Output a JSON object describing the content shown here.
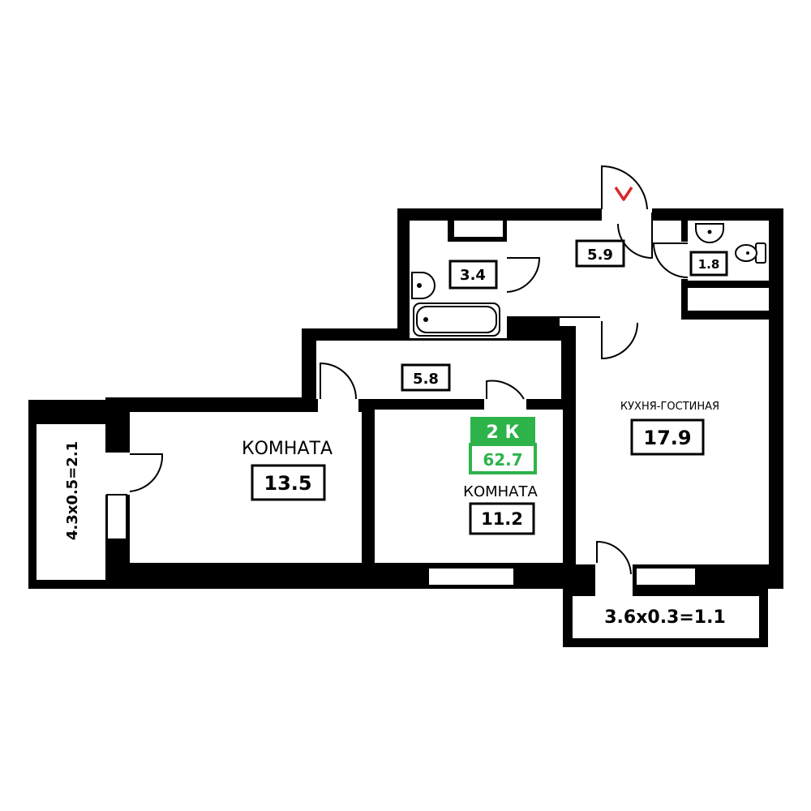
{
  "colors": {
    "wall": "#000000",
    "background": "#ffffff",
    "accent_green": "#2db34a",
    "entrance_marker": "#d62828"
  },
  "icons": {
    "entrance": "entrance-chevron-icon",
    "bathtub": "bathtub-icon",
    "sink": "sink-icon",
    "toilet": "toilet-icon"
  },
  "badge": {
    "rooms": "2 К",
    "total_area": "62.7"
  },
  "rooms": {
    "hall": {
      "area": "5.9"
    },
    "bathroom": {
      "area": "3.4"
    },
    "wc": {
      "area": "1.8"
    },
    "corridor": {
      "area": "5.8"
    },
    "room_left": {
      "name": "КОМНАТА",
      "area": "13.5"
    },
    "room_middle": {
      "name": "КОМНАТА",
      "area": "11.2"
    },
    "kitchen": {
      "name": "КУХНЯ-ГОСТИНАЯ",
      "area": "17.9"
    },
    "balcony_left": {
      "area": "4.3x0.5=2.1"
    },
    "balcony_bottom": {
      "area": "3.6x0.3=1.1"
    }
  }
}
